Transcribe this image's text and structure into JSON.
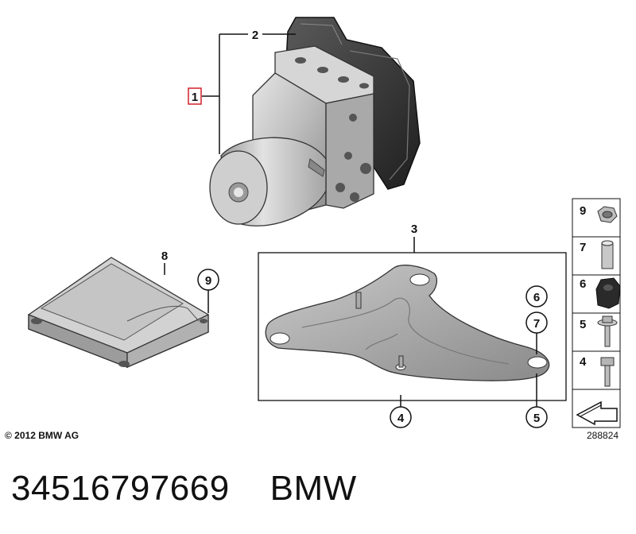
{
  "callouts": {
    "c1": "1",
    "c2": "2",
    "c3": "3",
    "c4": "4",
    "c5": "5",
    "c6": "6",
    "c7": "7",
    "c8": "8",
    "c9": "9"
  },
  "sidebar": {
    "items": [
      {
        "label": "9",
        "part": "nut-icon"
      },
      {
        "label": "7",
        "part": "sleeve-icon"
      },
      {
        "label": "6",
        "part": "rubber-mount-icon"
      },
      {
        "label": "5",
        "part": "bolt-with-washer-icon"
      },
      {
        "label": "4",
        "part": "hex-bolt-icon"
      }
    ],
    "nav_arrow": "arrow-icon"
  },
  "footer": {
    "copyright": "© 2012 BMW AG",
    "diagram_id": "288824"
  },
  "part_line": {
    "part_number": "34516797669",
    "brand": "BMW"
  },
  "colors": {
    "highlight": "#d0202a",
    "metal": "#b9b9b9",
    "dark_housing": "#3a3a3a"
  }
}
